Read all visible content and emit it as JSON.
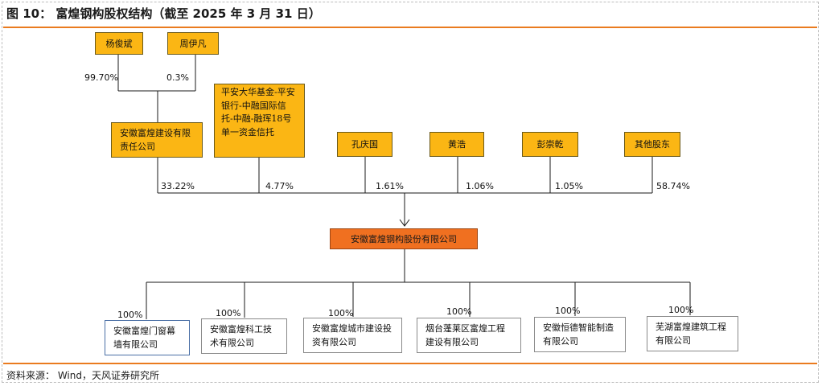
{
  "title": "图 10： 富煌钢构股权结构（截至 2025 年 3 月 31 日）",
  "source": "资料来源： Wind，天风证券研究所",
  "top_holders": [
    {
      "name": "杨俊斌",
      "pct": "99.70%"
    },
    {
      "name": "周伊凡",
      "pct": "0.3%"
    }
  ],
  "shareholders": [
    {
      "name": "安徽富煌建设有限责任公司",
      "pct": "33.22%"
    },
    {
      "name": "平安大华基金-平安银行-中融国际信托-中融-融珲18号单一资金信托",
      "pct": "4.77%"
    },
    {
      "name": "孔庆国",
      "pct": "1.61%"
    },
    {
      "name": "黄浩",
      "pct": "1.06%"
    },
    {
      "name": "彭崇乾",
      "pct": "1.05%"
    },
    {
      "name": "其他股东",
      "pct": "58.74%"
    }
  ],
  "company": "安徽富煌钢构股份有限公司",
  "subsidiaries": [
    {
      "name": "安徽富煌门窗幕墙有限公司",
      "pct": "100%"
    },
    {
      "name": "安徽富煌科工技术有限公司",
      "pct": "100%"
    },
    {
      "name": "安徽富煌城市建设投资有限公司",
      "pct": "100%"
    },
    {
      "name": "烟台蓬莱区富煌工程建设有限公司",
      "pct": "100%"
    },
    {
      "name": "安徽恒德智能制造有限公司",
      "pct": "100%"
    },
    {
      "name": "芜湖富煌建筑工程有限公司",
      "pct": "100%"
    }
  ],
  "colors": {
    "accent": "#ea7b1f",
    "box_gold": "#fbb614",
    "box_orange": "#f07020"
  }
}
